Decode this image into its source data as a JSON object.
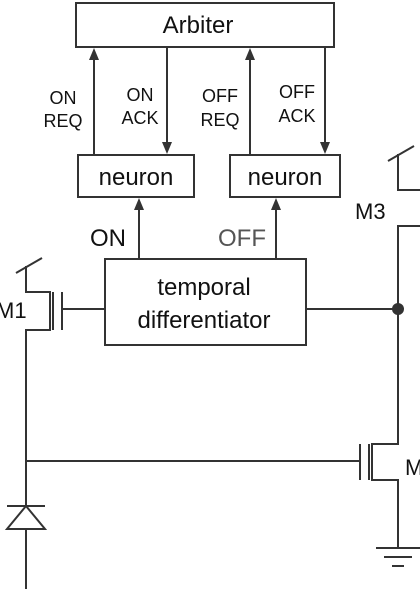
{
  "blocks": {
    "arbiter": "Arbiter",
    "neuron_on": "neuron",
    "neuron_off": "neuron",
    "temporal_line1": "temporal",
    "temporal_line2": "differentiator"
  },
  "signals": {
    "on_req_line1": "ON",
    "on_req_line2": "REQ",
    "on_ack_line1": "ON",
    "on_ack_line2": "ACK",
    "off_req_line1": "OFF",
    "off_req_line2": "REQ",
    "off_ack_line1": "OFF",
    "off_ack_line2": "ACK",
    "on_output": "ON",
    "off_output": "OFF"
  },
  "transistors": {
    "m1": "M1",
    "m3": "M3",
    "m_right": "M"
  },
  "colors": {
    "stroke": "#333333",
    "off_output_text": "#555555",
    "box_fill": "#ffffff"
  }
}
